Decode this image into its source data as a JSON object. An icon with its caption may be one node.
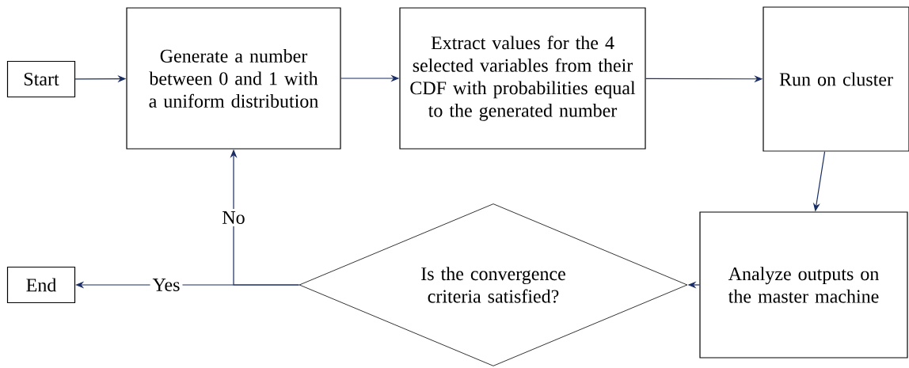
{
  "diagram": {
    "nodes": [
      {
        "text": [
          "Start"
        ]
      },
      {
        "text": [
          "Generate a number between 0 and 1 with a uniform distribution"
        ]
      },
      {
        "text": [
          "Extract values for the 4 selected variables from their CDF with probabilities equal to the generated number"
        ]
      },
      {
        "text": [
          "Run on cluster"
        ]
      },
      {
        "text": [
          "End"
        ]
      },
      {
        "text": [
          "Is the convergence criteria satisfied?"
        ]
      },
      {
        "text": [
          "Analyze outputs on the master machine"
        ]
      }
    ],
    "edges": [
      {
        "from": 0,
        "to": 1,
        "arrow": "to"
      },
      {
        "from": 1,
        "to": 2,
        "arrow": "to"
      },
      {
        "from": 2,
        "to": 3,
        "arrow": "to"
      },
      {
        "from": 3,
        "to": 6,
        "arrow": "to"
      },
      {
        "from": 6,
        "to": 5,
        "arrow": "to"
      },
      {
        "from": 5,
        "to": 4,
        "arrow": "to",
        "label": "Yes"
      },
      {
        "from": 5,
        "to": 1,
        "arrow": "to",
        "label": "No"
      }
    ]
  }
}
